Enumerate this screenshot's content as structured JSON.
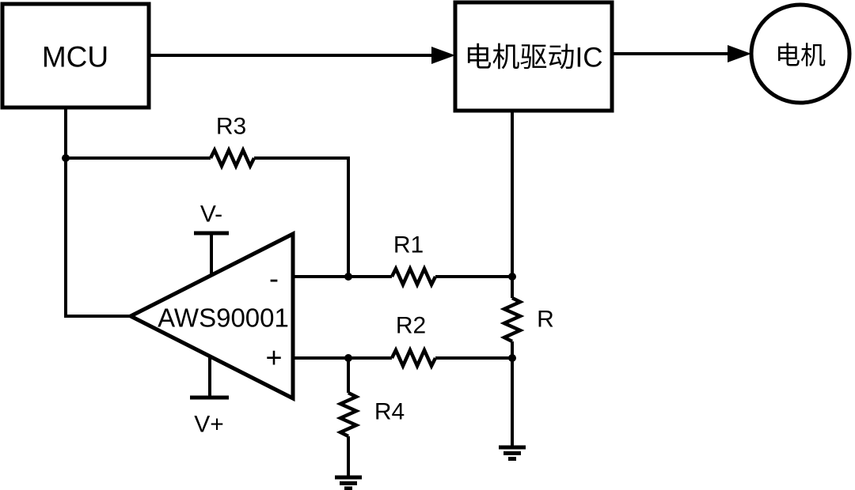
{
  "blocks": {
    "mcu": {
      "label": "MCU"
    },
    "motor_driver": {
      "label": "电机驱动IC"
    },
    "motor": {
      "label": "电机"
    }
  },
  "opamp": {
    "part_number": "AWS90001",
    "inverting_label": "-",
    "noninverting_label": "+",
    "negative_supply_label": "V-",
    "positive_supply_label": "V+"
  },
  "resistors": {
    "r1_label": "R1",
    "r2_label": "R2",
    "r3_label": "R3",
    "r4_label": "R4",
    "r_label": "R"
  },
  "colors": {
    "line": "#000000",
    "background": "#ffffff"
  }
}
